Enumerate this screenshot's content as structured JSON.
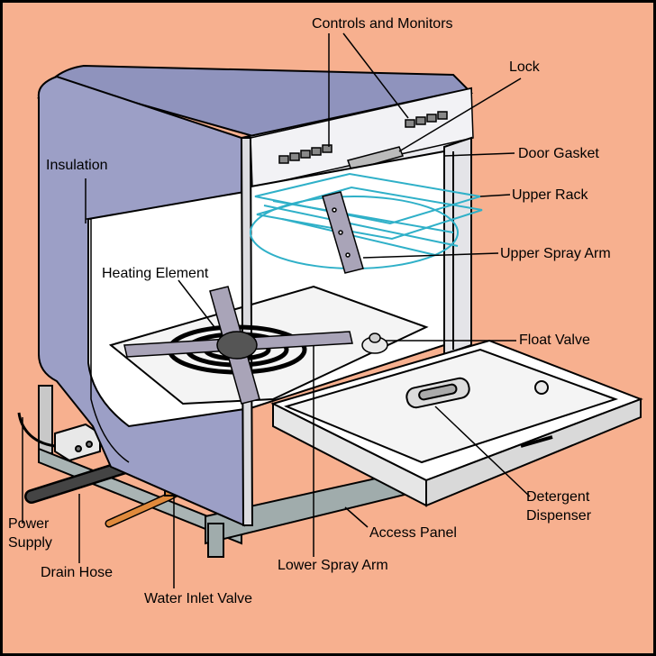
{
  "diagram": {
    "labels": {
      "controls": "Controls and Monitors",
      "lock": "Lock",
      "door_gasket": "Door Gasket",
      "upper_rack": "Upper Rack",
      "upper_spray_arm": "Upper Spray Arm",
      "insulation": "Insulation",
      "heating_element": "Heating Element",
      "float_valve": "Float Valve",
      "power_supply_1": "Power",
      "power_supply_2": "Supply",
      "drain_hose": "Drain Hose",
      "water_inlet_valve": "Water Inlet Valve",
      "lower_spray_arm": "Lower Spray Arm",
      "access_panel": "Access Panel",
      "detergent_1": "Detergent",
      "detergent_2": "Dispenser"
    },
    "colors": {
      "background": "#f7b08f",
      "cabinet": "#9c9fc6",
      "tub": "#ffffff",
      "rack": "#2fb0c8",
      "floor_frame": "#9aa8a8",
      "pipe_copper": "#e08a3c"
    }
  }
}
